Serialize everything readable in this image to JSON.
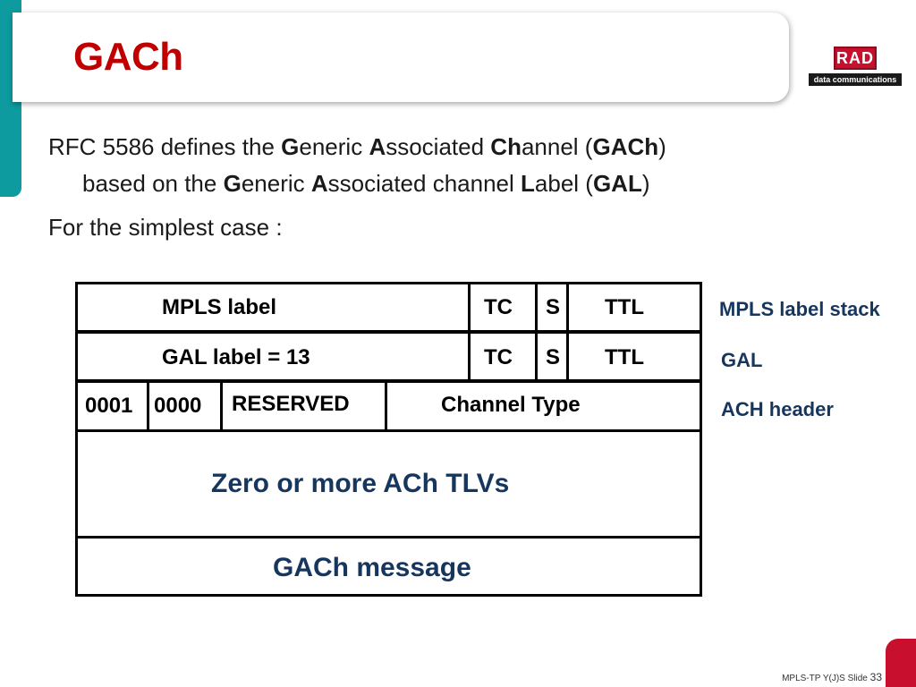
{
  "slide": {
    "title": "GACh",
    "logo": {
      "brand": "RAD",
      "tagline": "data communications"
    },
    "body": {
      "line1": [
        {
          "t": "RFC 5586 defines the ",
          "b": false
        },
        {
          "t": "G",
          "b": true
        },
        {
          "t": "eneric ",
          "b": false
        },
        {
          "t": "A",
          "b": true
        },
        {
          "t": "ssociated ",
          "b": false
        },
        {
          "t": "Ch",
          "b": true
        },
        {
          "t": "annel (",
          "b": false
        },
        {
          "t": "GACh",
          "b": true
        },
        {
          "t": ")",
          "b": false
        }
      ],
      "line2": [
        {
          "t": "based on the ",
          "b": false
        },
        {
          "t": "G",
          "b": true
        },
        {
          "t": "eneric ",
          "b": false
        },
        {
          "t": "A",
          "b": true
        },
        {
          "t": "ssociated channel ",
          "b": false
        },
        {
          "t": "L",
          "b": true
        },
        {
          "t": "abel (",
          "b": false
        },
        {
          "t": "GAL",
          "b": true
        },
        {
          "t": ")",
          "b": false
        }
      ],
      "line3": "For the simplest case :"
    },
    "diagram": {
      "row1": {
        "label": "MPLS label",
        "tc": "TC",
        "s": "S",
        "ttl": "TTL"
      },
      "row2": {
        "label": "GAL label = 13",
        "tc": "TC",
        "s": "S",
        "ttl": "TTL"
      },
      "row3": {
        "nibble1": "0001",
        "nibble2": "0000",
        "reserved": "RESERVED",
        "channel_type": "Channel Type"
      },
      "row4": "Zero or more ACh TLVs",
      "row5": "GACh message"
    },
    "side_labels": {
      "stack": "MPLS label stack",
      "gal": "GAL",
      "ach": "ACH header"
    },
    "footer": {
      "text": "MPLS-TP Y(J)S Slide",
      "page": "33"
    },
    "colors": {
      "title": "#c00000",
      "accent_teal": "#0e9b9f",
      "accent_red": "#c8102e",
      "navy": "#17365d"
    }
  }
}
